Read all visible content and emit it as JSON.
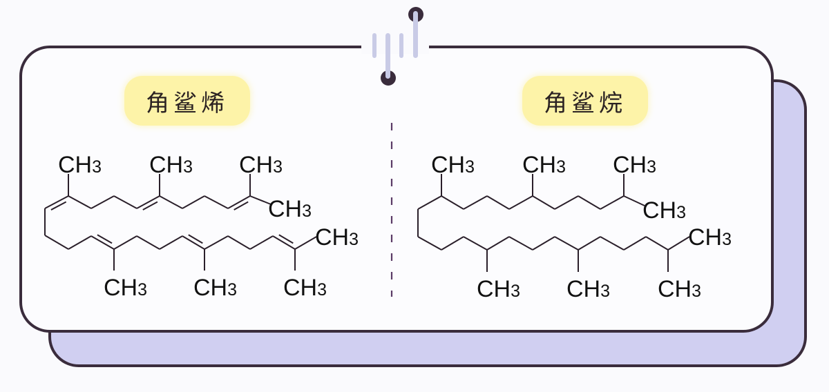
{
  "left_panel": {
    "title": "角鲨烯",
    "molecule": "squalene",
    "methyl_label": "CH",
    "methyl_subscript": "3"
  },
  "right_panel": {
    "title": "角鲨烷",
    "molecule": "squalane",
    "methyl_label": "CH",
    "methyl_subscript": "3"
  },
  "colors": {
    "outline": "#3a2c3c",
    "back_card": "#d0cff1",
    "title_pill": "#fdf3a8",
    "divider": "#5a3a66",
    "clip_bar": "#c9cbe6"
  }
}
